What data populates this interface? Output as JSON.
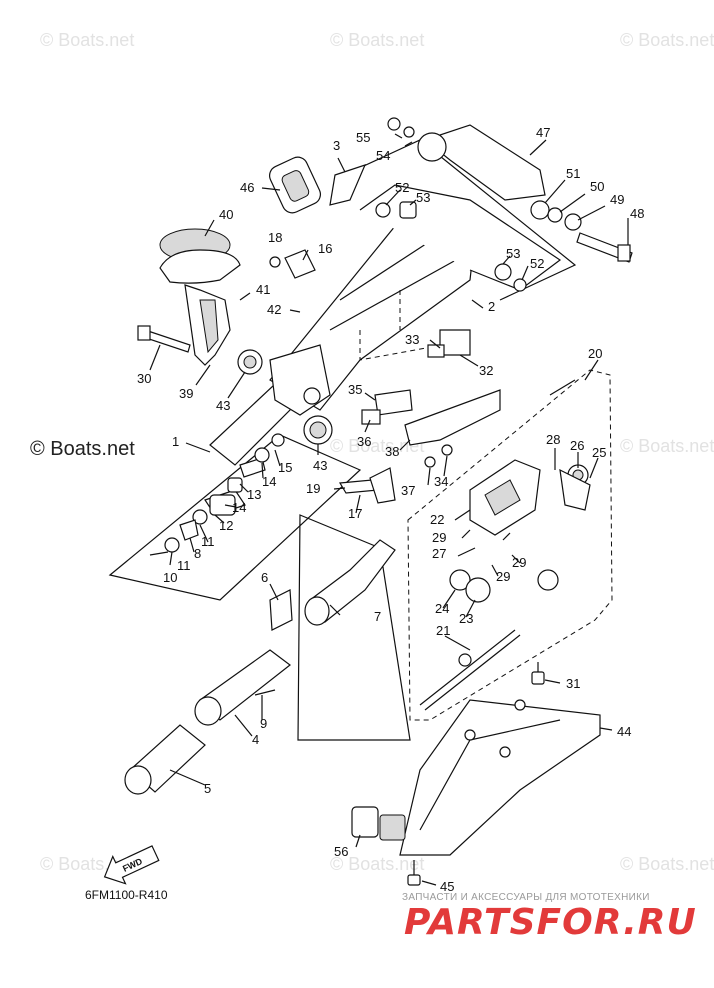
{
  "diagram": {
    "code": "6FM1100-R410",
    "fwd_label": "FWD",
    "watermark_main": "© Boats.net",
    "watermark_faint": "© Boats.net",
    "shop_caption": "ЗАПЧАСТИ И АКСЕССУАРЫ ДЛЯ МОТОТЕХНИКИ",
    "shop_logo": "PARTSFOR.RU"
  },
  "callouts": [
    "1",
    "2",
    "3",
    "4",
    "5",
    "6",
    "7",
    "8",
    "9",
    "10",
    "11",
    "11",
    "12",
    "13",
    "14",
    "14",
    "15",
    "16",
    "17",
    "18",
    "19",
    "20",
    "21",
    "22",
    "23",
    "24",
    "25",
    "26",
    "27",
    "28",
    "29",
    "29",
    "29",
    "30",
    "31",
    "32",
    "33",
    "34",
    "35",
    "36",
    "37",
    "38",
    "39",
    "40",
    "41",
    "42",
    "43",
    "43",
    "44",
    "45",
    "46",
    "47",
    "48",
    "49",
    "50",
    "51",
    "52",
    "52",
    "53",
    "53",
    "54",
    "55",
    "56"
  ]
}
